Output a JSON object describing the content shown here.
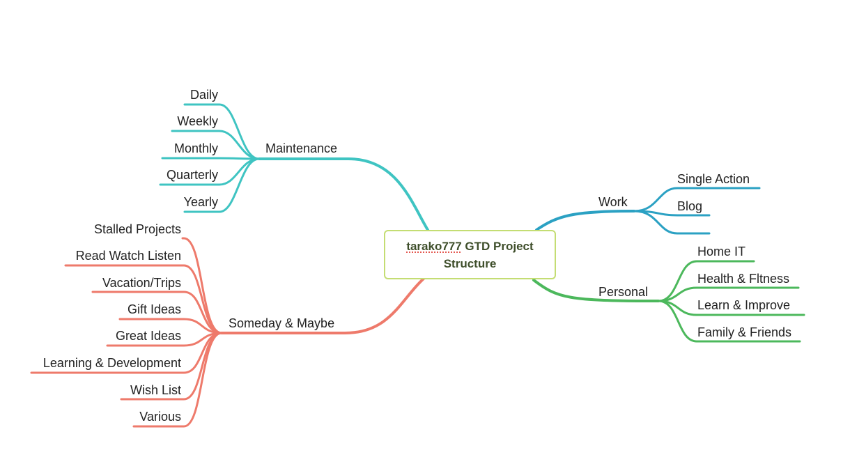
{
  "center": {
    "title_user": "tarako777",
    "title_rest": " GTD Project",
    "title_line2": "Structure"
  },
  "colors": {
    "maintenance": "#3fc4c2",
    "someday": "#ee7a6b",
    "work": "#2ba1c3",
    "personal": "#4cb85c",
    "center_border": "#c4dd73"
  },
  "branches": {
    "maintenance": {
      "label": "Maintenance",
      "children": [
        "Daily",
        "Weekly",
        "Monthly",
        "Quarterly",
        "Yearly"
      ]
    },
    "someday": {
      "label": "Someday & Maybe",
      "children": [
        "Stalled Projects",
        "Read Watch Listen",
        "Vacation/Trips",
        "Gift Ideas",
        "Great Ideas",
        "Learning & Development",
        "Wish List",
        "Various"
      ]
    },
    "work": {
      "label": "Work",
      "children": [
        "Single Action",
        "Blog",
        ""
      ]
    },
    "personal": {
      "label": "Personal",
      "children": [
        "Home IT",
        "Health & Fltness",
        "Learn & Improve",
        "Family & Friends"
      ]
    }
  }
}
